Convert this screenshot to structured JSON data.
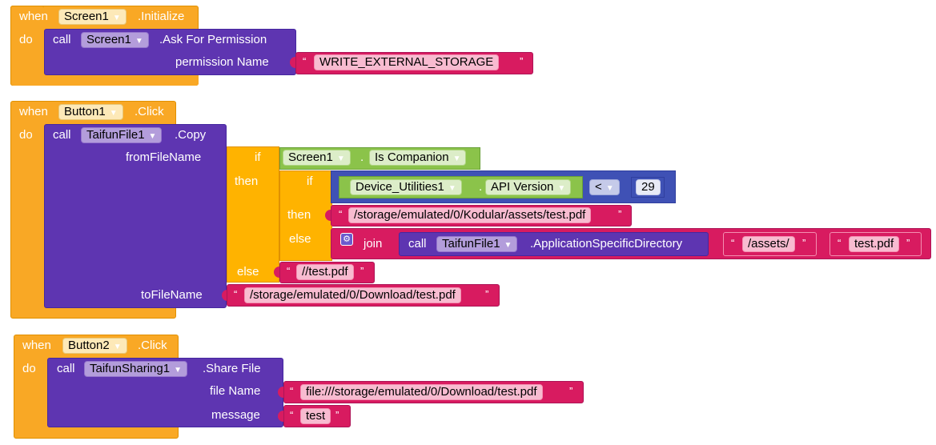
{
  "blocks": {
    "screen_init": {
      "when": "when",
      "component": "Screen1",
      "event": ".Initialize",
      "do": "do",
      "call": "call",
      "call_component": "Screen1",
      "method": ".Ask For Permission",
      "param_label": "permission Name",
      "param_value": "WRITE_EXTERNAL_STORAGE"
    },
    "button1_click": {
      "when": "when",
      "component": "Button1",
      "event": ".Click",
      "do": "do",
      "call": "call",
      "call_component": "TaifunFile1",
      "method": ".Copy",
      "from_label": "fromFileName",
      "if_label": "if",
      "then_label": "then",
      "else_label": "else",
      "companion_component": "Screen1",
      "companion_dot": ".",
      "companion_prop": "Is Companion",
      "inner_if": "if",
      "inner_then": "then",
      "inner_else": "else",
      "device_component": "Device_Utilities1",
      "device_dot": ".",
      "device_prop": "API Version",
      "compare_op": "<",
      "compare_value": "29",
      "then_path": "/storage/emulated/0/Kodular/assets/test.pdf",
      "join_label": "join",
      "join_call": "call",
      "join_component": "TaifunFile1",
      "join_method": ".ApplicationSpecificDirectory",
      "join_part1": "/assets/",
      "join_part2": "test.pdf",
      "else_path": "//test.pdf",
      "to_label": "toFileName",
      "to_value": "/storage/emulated/0/Download/test.pdf"
    },
    "button2_click": {
      "when": "when",
      "component": "Button2",
      "event": ".Click",
      "do": "do",
      "call": "call",
      "call_component": "TaifunSharing1",
      "method": ".Share File",
      "file_label": "file Name",
      "file_value": "file:///storage/emulated/0/Download/test.pdf",
      "message_label": "message",
      "message_value": "test"
    }
  },
  "quote_open": "“",
  "quote_close": "”",
  "dropdown_icon": "chevron-down-icon",
  "colors": {
    "event": "#f9a825",
    "procedure": "#5e35b1",
    "text": "#d81b60",
    "control": "#ffb300",
    "component_getter": "#8bc34a",
    "math": "#3f51b5"
  }
}
